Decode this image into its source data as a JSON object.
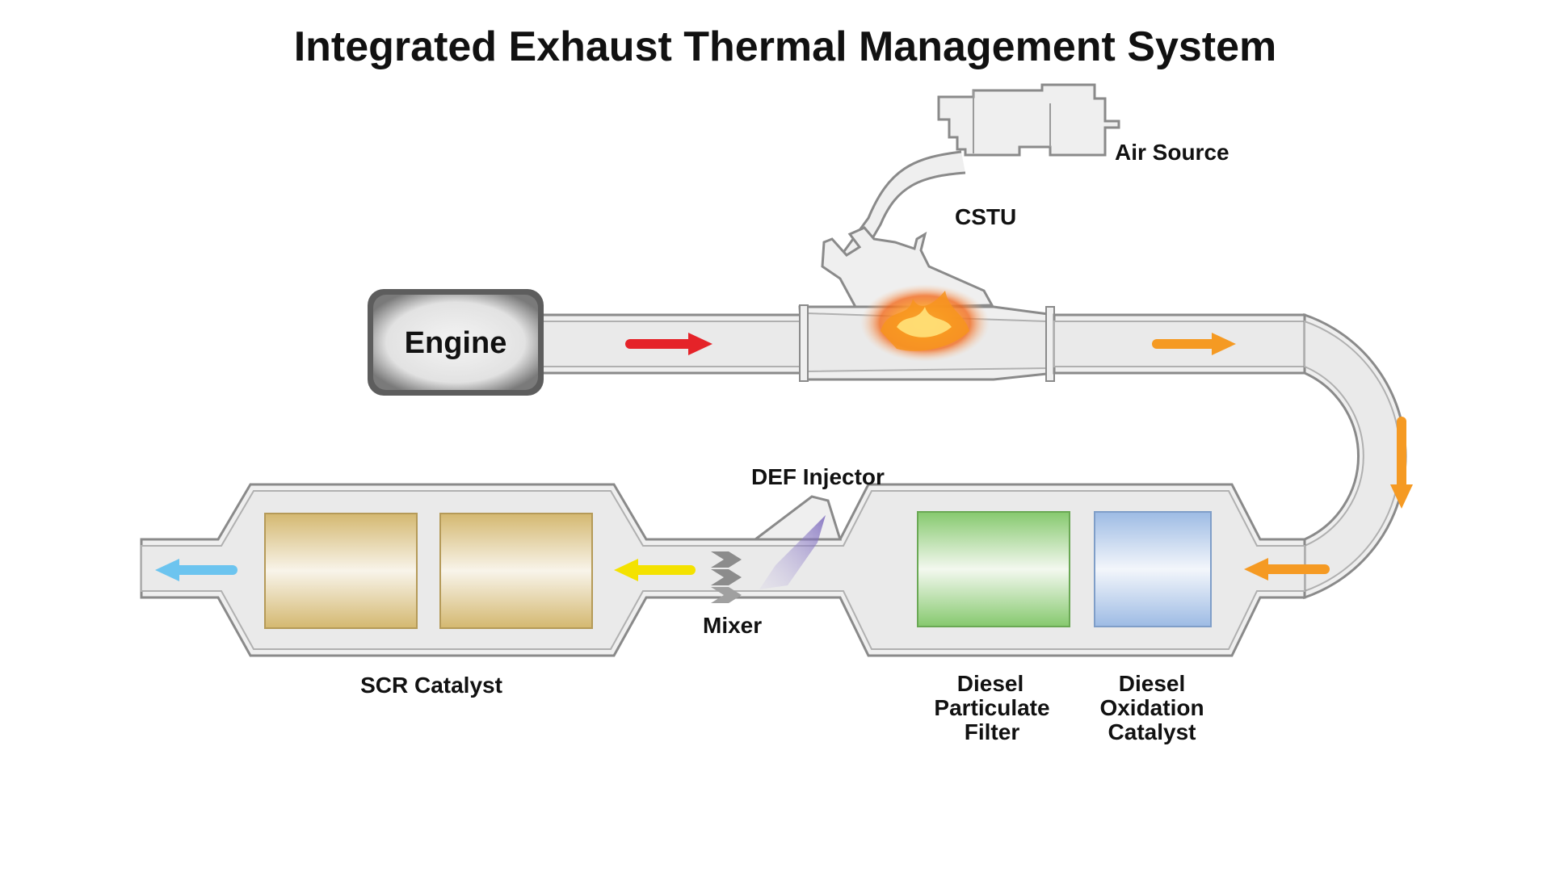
{
  "title": "Integrated Exhaust Thermal Management System",
  "components": {
    "engine": "Engine",
    "air_source": "Air Source",
    "cstu": "CSTU",
    "def_injector": "DEF Injector",
    "mixer": "Mixer",
    "scr_catalyst": "SCR Catalyst",
    "dpf": [
      "Diesel",
      "Particulate",
      "Filter"
    ],
    "doc": [
      "Diesel",
      "Oxidation",
      "Catalyst"
    ]
  },
  "colors": {
    "pipe_fill": "#efefef",
    "pipe_outline": "#8a8a8a",
    "arrow_hot": "#e52329",
    "arrow_warm": "#f59a23",
    "arrow_treated": "#f4e200",
    "arrow_clean": "#6cc4ef",
    "scr_element": "#d8c07a",
    "dpf_element": "#8fcf7a",
    "doc_element": "#a7c3e8",
    "flame": "#f7941d",
    "spray": "#8e7cc3"
  },
  "icons": {
    "flow_arrow": "arrow-icon",
    "flame": "flame-icon",
    "spray": "spray-icon",
    "mixer": "mixer-icon"
  }
}
